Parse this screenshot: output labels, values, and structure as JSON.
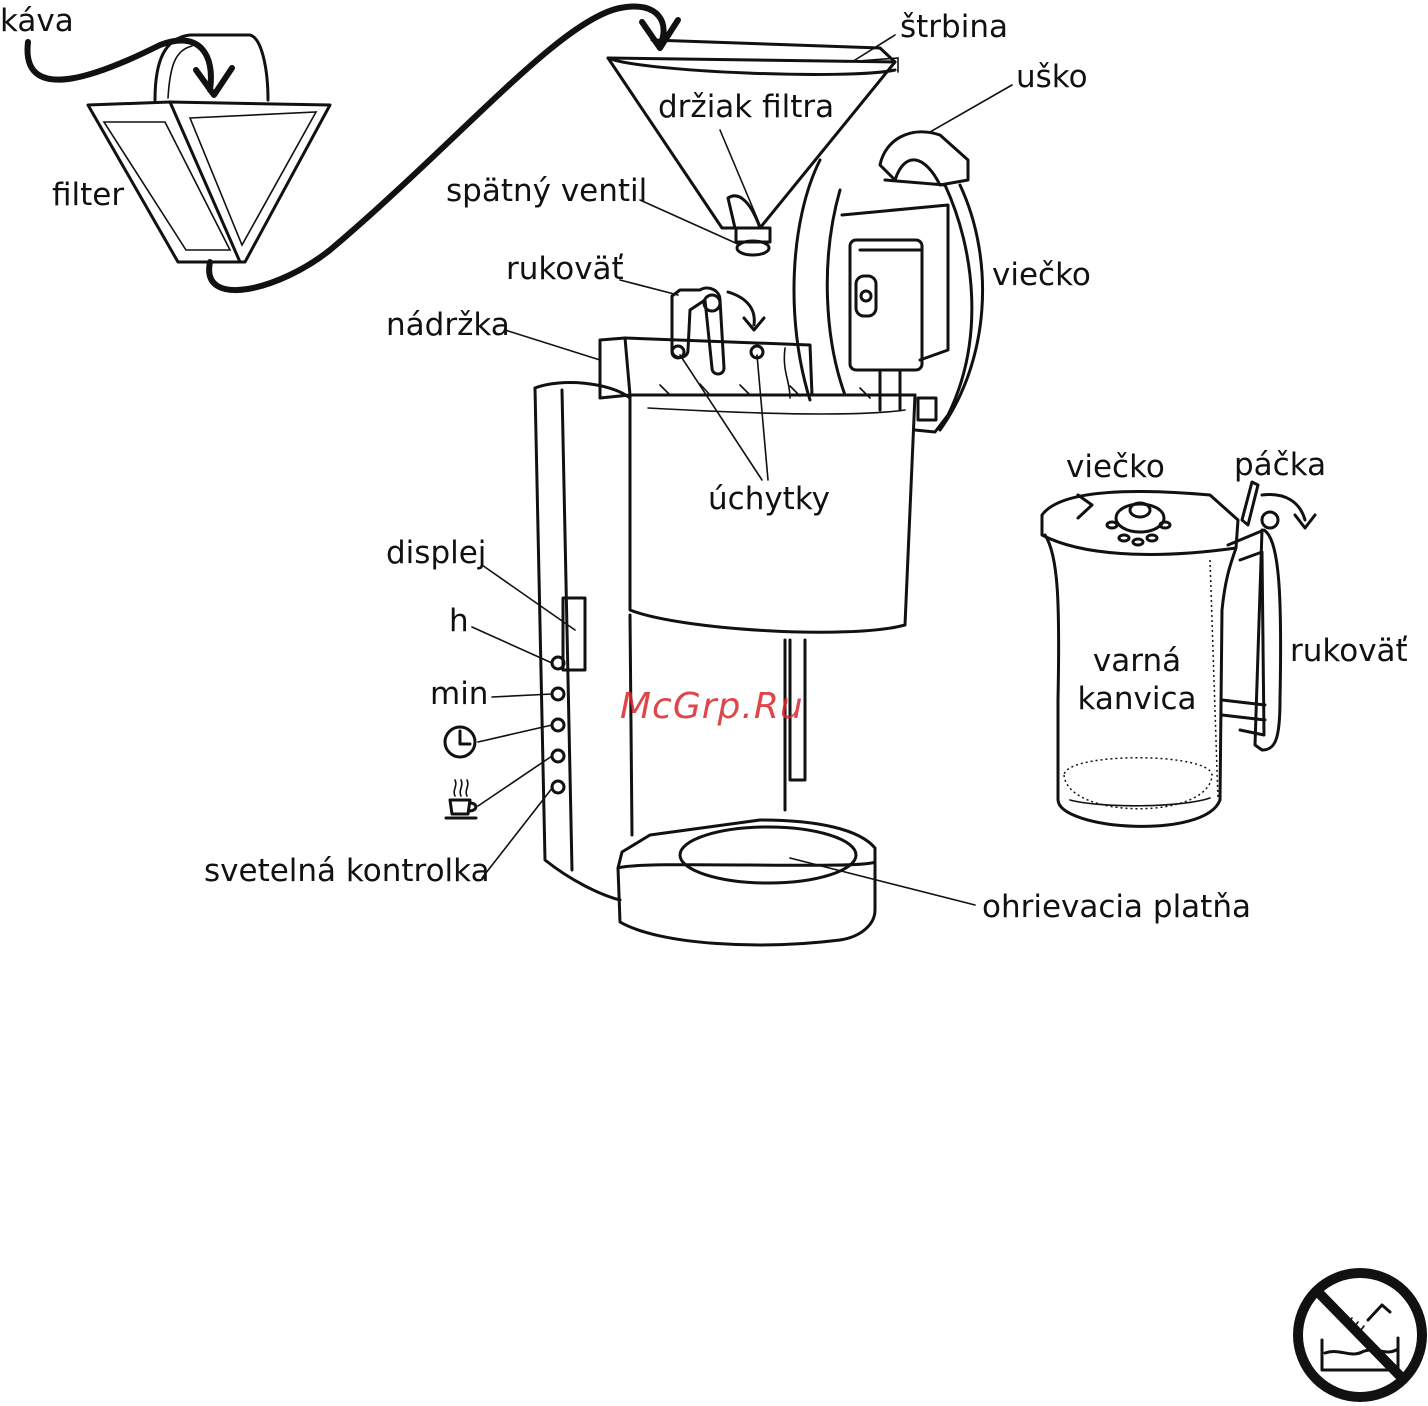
{
  "labels": {
    "kava": "káva",
    "filter": "filter",
    "strbina": "štrbina",
    "drziak_filtra": "držiak filtra",
    "usko": "uško",
    "spatny_ventil": "spätný ventil",
    "viecko_machine": "viečko",
    "rukovat_machine": "rukoväť",
    "nadrzka": "nádržka",
    "uchytky": "úchytky",
    "displej": "displej",
    "h": "h",
    "min": "min",
    "svetelna_kontrolka": "svetelná kontrolka",
    "ohrievacia_platna": "ohrievacia platňa",
    "viecko_jug": "viečko",
    "packa": "páčka",
    "varna_kanvica_line1": "varná",
    "varna_kanvica_line2": "kanvica",
    "rukovat_jug": "rukoväť"
  },
  "watermark": "McGrp.Ru",
  "icons": {
    "clock": "clock-icon",
    "cup": "coffee-cup-icon",
    "no_immersion": "no-water-immersion-icon"
  },
  "colors": {
    "line": "#111111",
    "watermark": "#d9262b",
    "background": "#ffffff"
  }
}
